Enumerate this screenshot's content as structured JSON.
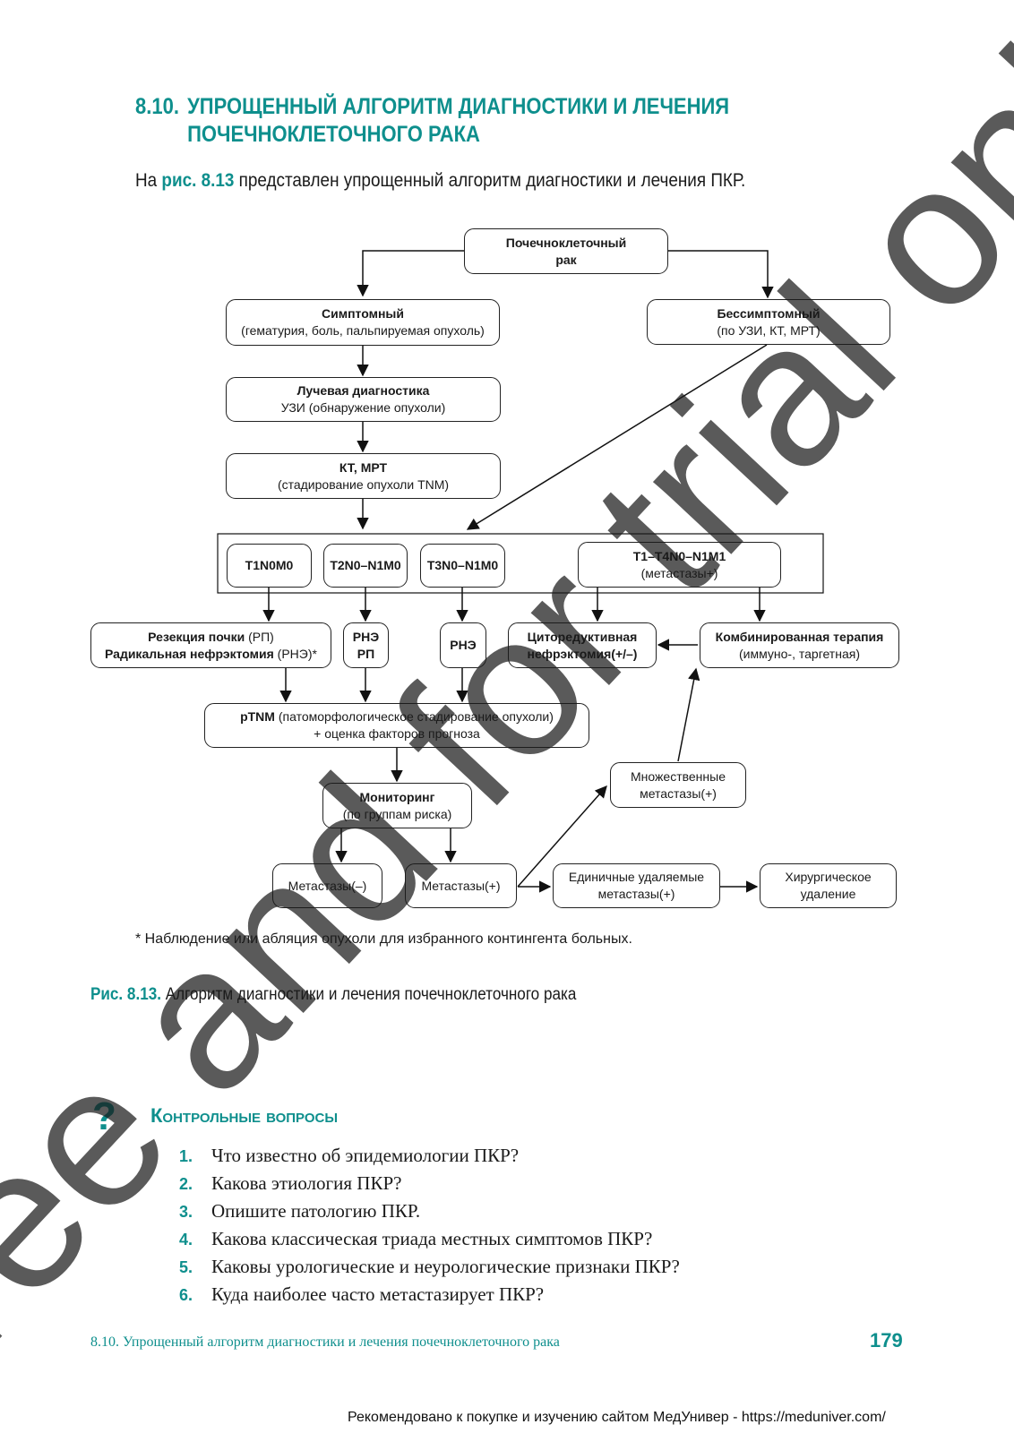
{
  "section": {
    "number": "8.10.",
    "title_line1": "УПРОЩЕННЫЙ АЛГОРИТМ ДИАГНОСТИКИ И ЛЕЧЕНИЯ",
    "title_line2": "ПОЧЕЧНОКЛЕТОЧНОГО РАКА"
  },
  "intro": {
    "before": "На ",
    "ref": "рис. 8.13",
    "after": " представлен упрощенный алгоритм диагностики и лечения ПКР."
  },
  "flow": {
    "root": {
      "line1": "Почечноклеточный",
      "line2": "рак"
    },
    "symptomatic": {
      "title": "Симптомный",
      "sub": "(гематурия, боль, пальпируемая опухоль)"
    },
    "asymptomatic": {
      "title": "Бессимптомный",
      "sub": "(по УЗИ, КТ, МРТ)"
    },
    "imaging": {
      "title": "Лучевая диагностика",
      "sub": "УЗИ (обнаружение опухоли)"
    },
    "ct_mri": {
      "title": "КТ, МРТ",
      "sub": "(стадирование опухоли TNM)"
    },
    "stage1": "T1N0M0",
    "stage2": "T2N0–N1M0",
    "stage3": "T3N0–N1M0",
    "stage4": {
      "title": "T1–T4N0–N1M1",
      "sub": "(метастазы+)"
    },
    "resection": {
      "l1_b": "Резекция почки",
      "l1_n": " (РП)",
      "l2_b": "Радикальная нефрэктомия",
      "l2_n": " (РНЭ)*"
    },
    "rne_rp": {
      "l1": "РНЭ",
      "l2": "РП"
    },
    "rne": "РНЭ",
    "cyto": {
      "l1": "Циторедуктивная",
      "l2": "нефрэктомия(+/–)"
    },
    "combined": {
      "title": "Комбинированная терапия",
      "sub": "(иммуно-, таргетная)"
    },
    "ptnm": {
      "b": "pTNM",
      "n": " (патоморфологическое стадирование опухоли)",
      "l2": "+ оценка факторов прогноза"
    },
    "monitoring": {
      "title": "Мониторинг",
      "sub": "(по группам риска)"
    },
    "met_neg": "Метастазы(–)",
    "met_pos": "Метастазы(+)",
    "multi_met": {
      "l1": "Множественные",
      "l2": "метастазы(+)"
    },
    "single_met": {
      "l1": "Единичные удаляемые",
      "l2": "метастазы(+)"
    },
    "surgery": {
      "l1": "Хирургическое",
      "l2": "удаление"
    }
  },
  "footnote": "* Наблюдение или абляция опухоли для избранного контингента больных.",
  "caption": {
    "ref": "Рис. 8.13.",
    "text": " Алгоритм диагностики и лечения почечноклеточного рака"
  },
  "questions": {
    "icon": "?",
    "title": "Контрольные вопросы",
    "items": [
      {
        "n": "1.",
        "t": "Что известно об эпидемиологии ПКР?"
      },
      {
        "n": "2.",
        "t": "Какова этиология ПКР?"
      },
      {
        "n": "3.",
        "t": "Опишите патологию ПКР."
      },
      {
        "n": "4.",
        "t": "Какова классическая триада местных симптомов ПКР?"
      },
      {
        "n": "5.",
        "t": "Каковы урологические и неурологические признаки ПКР?"
      },
      {
        "n": "6.",
        "t": "Куда наиболее часто метастазирует ПКР?"
      }
    ]
  },
  "running_title": "8.10. Упрощенный алгоритм диагностики и лечения почечноклеточного рака",
  "page_number": "179",
  "bottom_note": "Рекомендовано к покупке и изучению сайтом МедУнивер - https://meduniver.com/",
  "watermark": "Free and for trial only",
  "colors": {
    "accent": "#0e8f8d",
    "watermark": "#1a1a1a"
  }
}
